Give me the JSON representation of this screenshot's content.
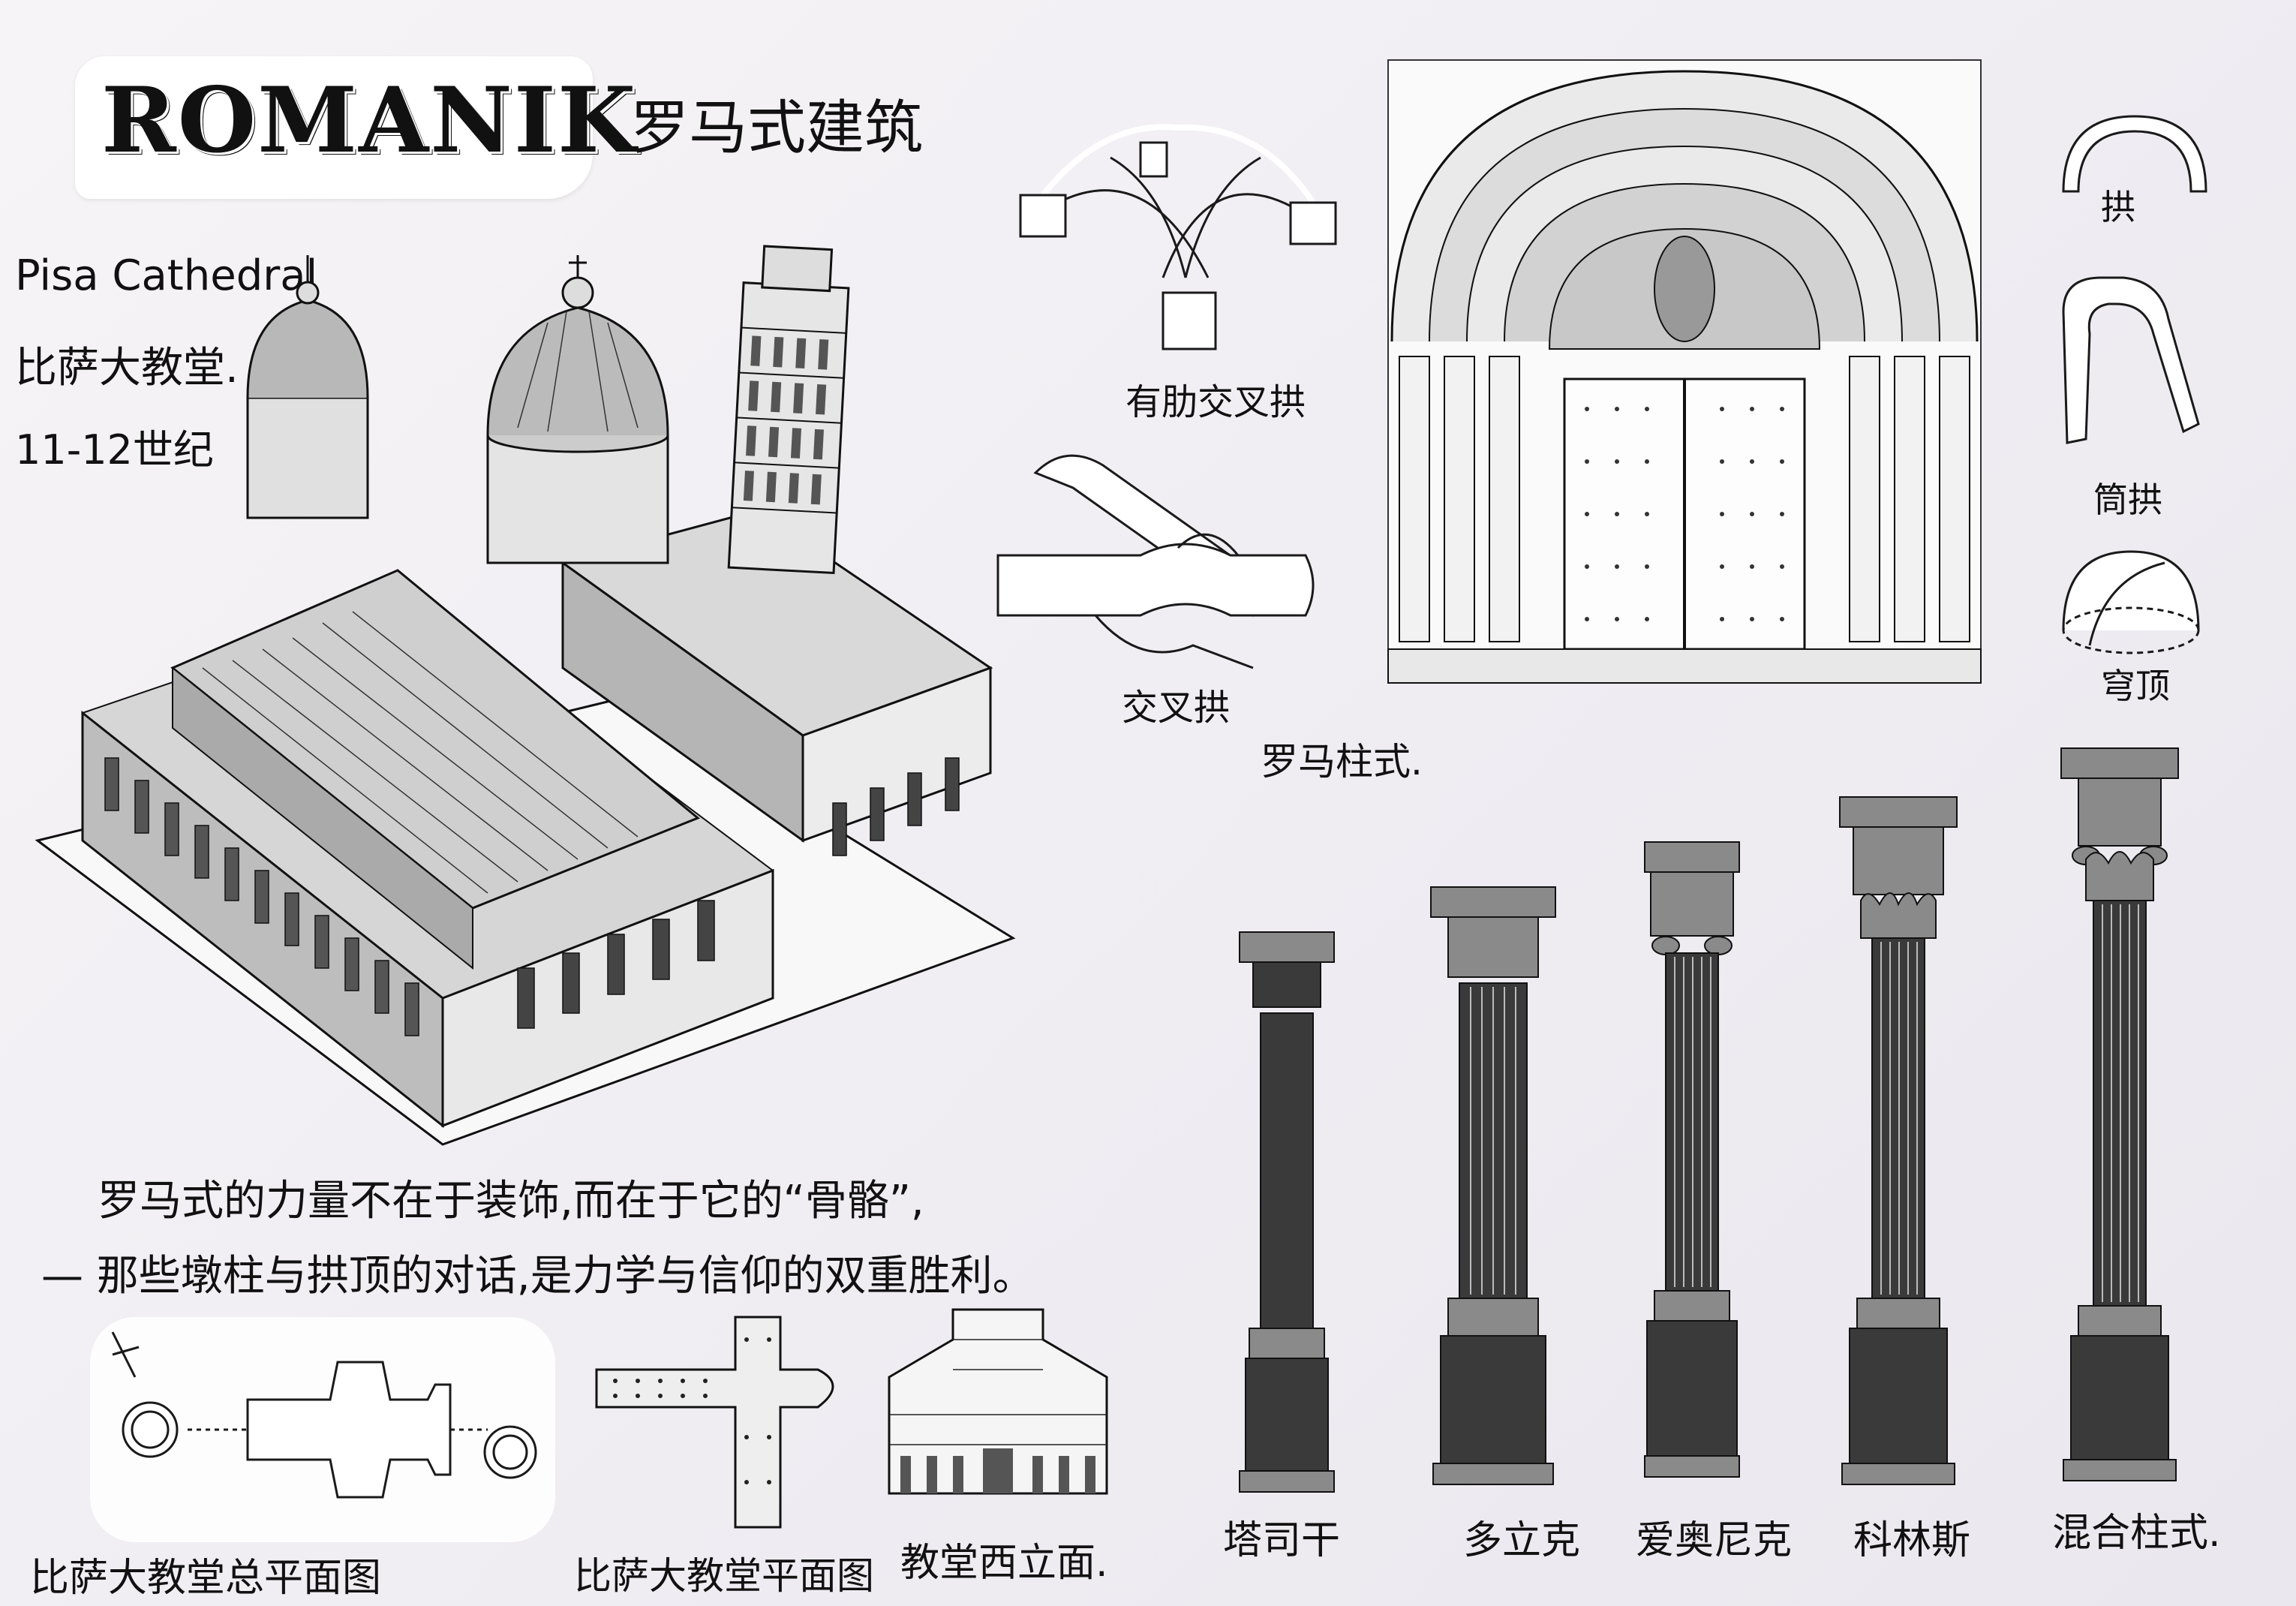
{
  "header": {
    "title": "ROMANIK",
    "subtitle": "罗马式建筑"
  },
  "building": {
    "name_en": "Pisa Cathedral",
    "name_cn": "比萨大教堂.",
    "period": "11-12世纪"
  },
  "quote": {
    "line1": "罗马式的力量不在于装饰,而在于它的“骨骼”,",
    "line2": "— 那些墩柱与拱顶的对话,是力学与信仰的双重胜利。"
  },
  "vaults": {
    "ribbed": "有肋交叉拱",
    "groin": "交叉拱",
    "arch": "拱",
    "barrel": "筒拱",
    "dome": "穹顶",
    "portal_caption": "罗马柱式."
  },
  "orders": {
    "tuscan": "塔司干",
    "doric": "多立克",
    "ionic": "爱奥尼克",
    "corinthian": "科林斯",
    "composite": "混合柱式."
  },
  "plans": {
    "site_plan": "比萨大教堂总平面图",
    "floor_plan": "比萨大教堂平面图",
    "west_elevation": "教堂西立面."
  },
  "colors": {
    "paper": "#f2f0f4",
    "ink": "#1a1a1a",
    "label_bg": "#ffffff"
  }
}
